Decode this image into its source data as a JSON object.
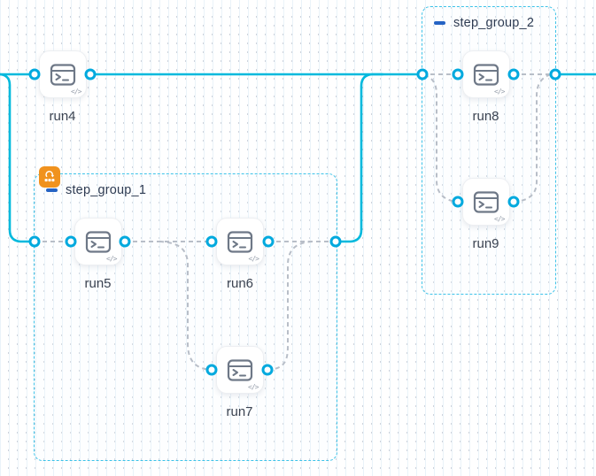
{
  "app": {
    "view": "workflow-topology-canvas"
  },
  "colors": {
    "edge_solid": "#00b9dd",
    "edge_dashed": "#b8bec8",
    "port_ring": "#00a9de",
    "group_border": "#3cc2e8",
    "group_label_text": "#2e3b52",
    "collapse_icon": "#2563c4",
    "loop_badge_background": "#f0921e",
    "node_label_text": "#3b4351",
    "node_icon_stroke": "#6e7887",
    "grid_line": "#eaf3f9",
    "grid_dot": "#c7ccd6"
  },
  "nodes": [
    {
      "id": "run4",
      "label": "run4",
      "icon": "terminal-icon",
      "corner_badge": "code-icon"
    },
    {
      "id": "run5",
      "label": "run5",
      "icon": "terminal-icon",
      "corner_badge": "code-icon"
    },
    {
      "id": "run6",
      "label": "run6",
      "icon": "terminal-icon",
      "corner_badge": "code-icon"
    },
    {
      "id": "run7",
      "label": "run7",
      "icon": "terminal-icon",
      "corner_badge": "code-icon"
    },
    {
      "id": "run8",
      "label": "run8",
      "icon": "terminal-icon",
      "corner_badge": "code-icon"
    },
    {
      "id": "run9",
      "label": "run9",
      "icon": "terminal-icon",
      "corner_badge": "code-icon"
    }
  ],
  "groups": [
    {
      "id": "step_group_1",
      "label": "step_group_1",
      "collapse_icon": "minus-icon",
      "badge_icon": "loop-badge-icon",
      "children": [
        "run5",
        "run6",
        "run7"
      ]
    },
    {
      "id": "step_group_2",
      "label": "step_group_2",
      "collapse_icon": "minus-icon",
      "children": [
        "run8",
        "run9"
      ]
    }
  ],
  "edges": [
    {
      "from": "canvas-left",
      "to": "run4-in",
      "style": "solid"
    },
    {
      "from": "canvas-left",
      "to": "step_group_1-in",
      "style": "solid"
    },
    {
      "from": "run4-out",
      "to": "step_group_2-in",
      "style": "solid"
    },
    {
      "from": "step_group_1-out",
      "to": "step_group_2-in",
      "style": "solid"
    },
    {
      "from": "step_group_2-out",
      "to": "canvas-right",
      "style": "solid"
    },
    {
      "from": "step_group_1-in",
      "to": "run5-in",
      "style": "dashed"
    },
    {
      "from": "run5-out",
      "to": "run6-in",
      "style": "dashed"
    },
    {
      "from": "run5-out",
      "to": "run7-in",
      "style": "dashed"
    },
    {
      "from": "run6-out",
      "to": "step_group_1-out",
      "style": "dashed"
    },
    {
      "from": "run7-out",
      "to": "step_group_1-out",
      "style": "dashed"
    },
    {
      "from": "step_group_2-in",
      "to": "run8-in",
      "style": "dashed"
    },
    {
      "from": "step_group_2-in",
      "to": "run9-in",
      "style": "dashed"
    },
    {
      "from": "run8-out",
      "to": "step_group_2-out",
      "style": "dashed"
    },
    {
      "from": "run9-out",
      "to": "step_group_2-out",
      "style": "dashed"
    }
  ],
  "ports": [
    "run4-in",
    "run4-out",
    "step_group_1-in",
    "run5-in",
    "run5-out",
    "run6-in",
    "run6-out",
    "step_group_1-out",
    "run7-in",
    "run7-out",
    "step_group_2-in",
    "run8-in",
    "run8-out",
    "step_group_2-out",
    "run9-in",
    "run9-out"
  ]
}
